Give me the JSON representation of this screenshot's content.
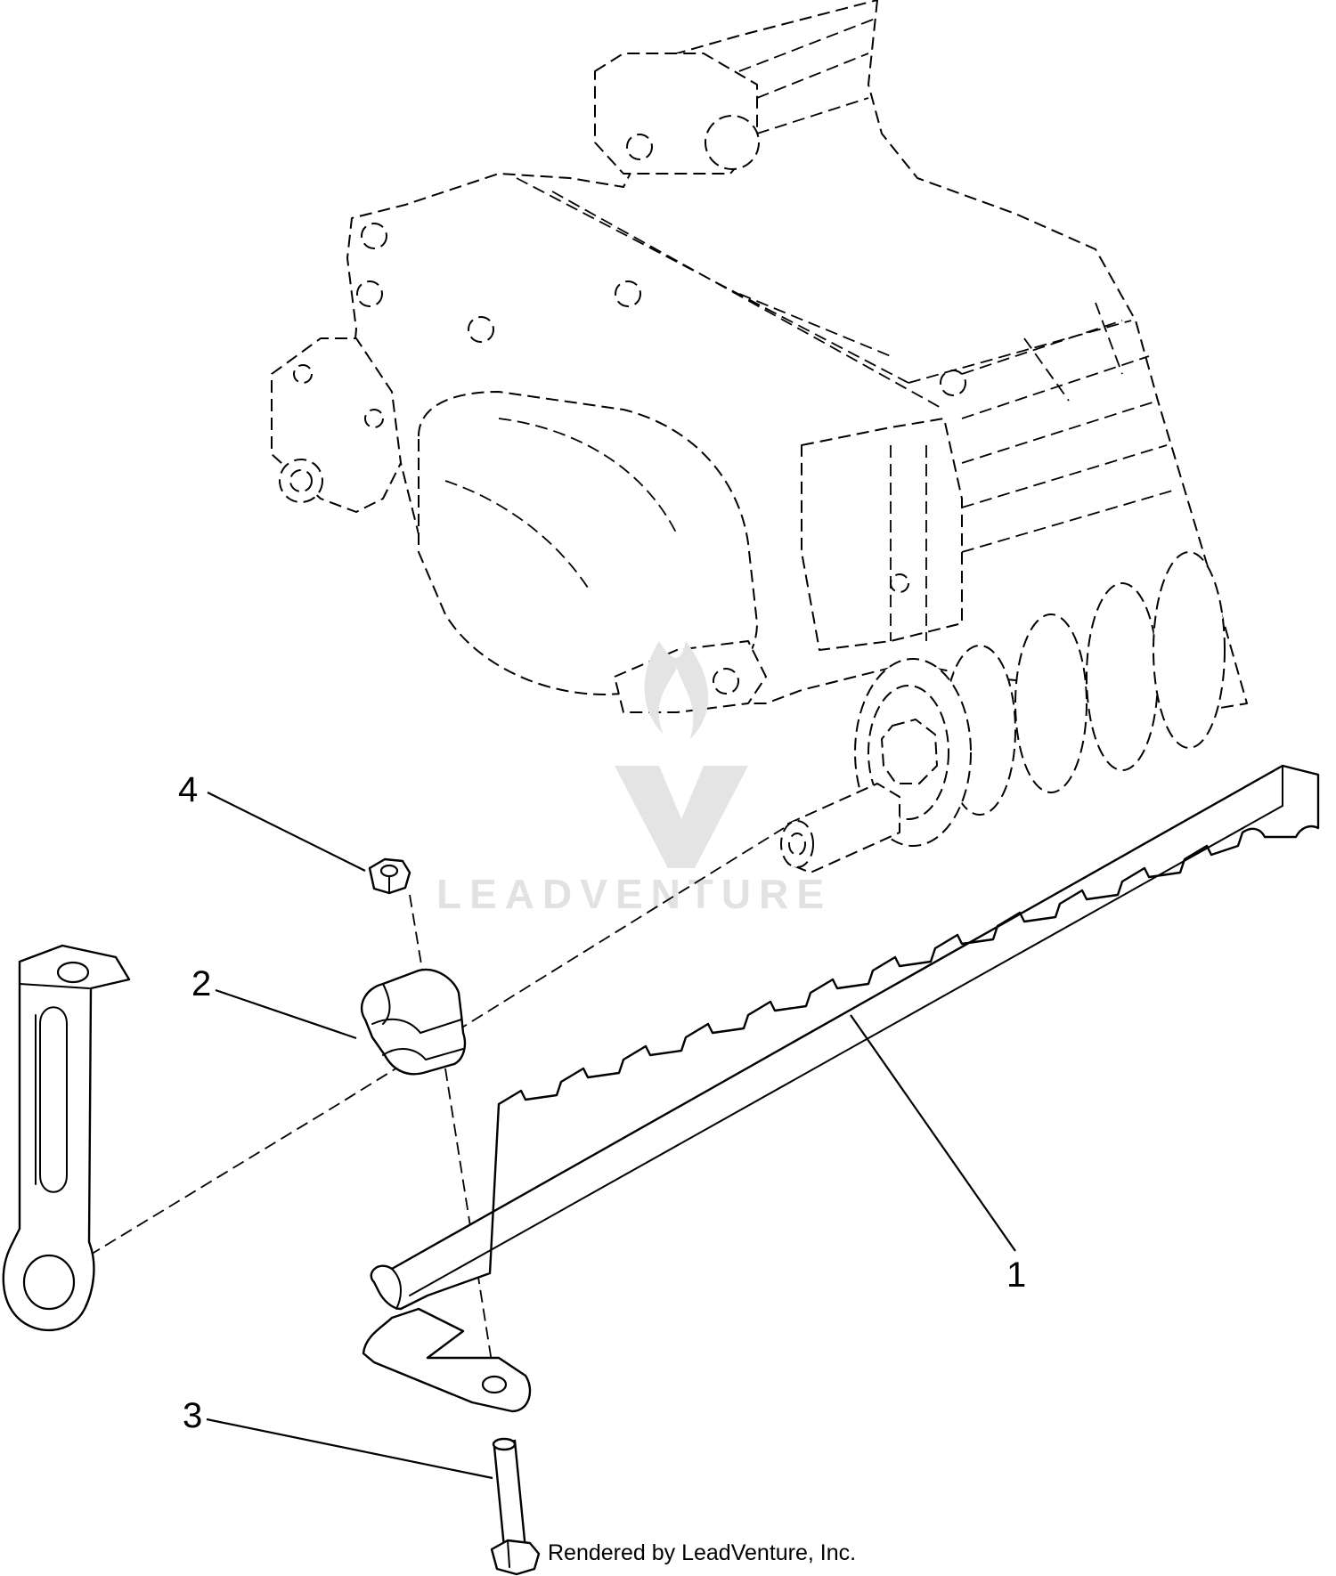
{
  "callouts": [
    {
      "id": "1",
      "label": "1"
    },
    {
      "id": "2",
      "label": "2"
    },
    {
      "id": "3",
      "label": "3"
    },
    {
      "id": "4",
      "label": "4"
    }
  ],
  "watermark": {
    "text": "LEADVENTURE"
  },
  "footer": {
    "credit": "Rendered by LeadVenture, Inc."
  }
}
